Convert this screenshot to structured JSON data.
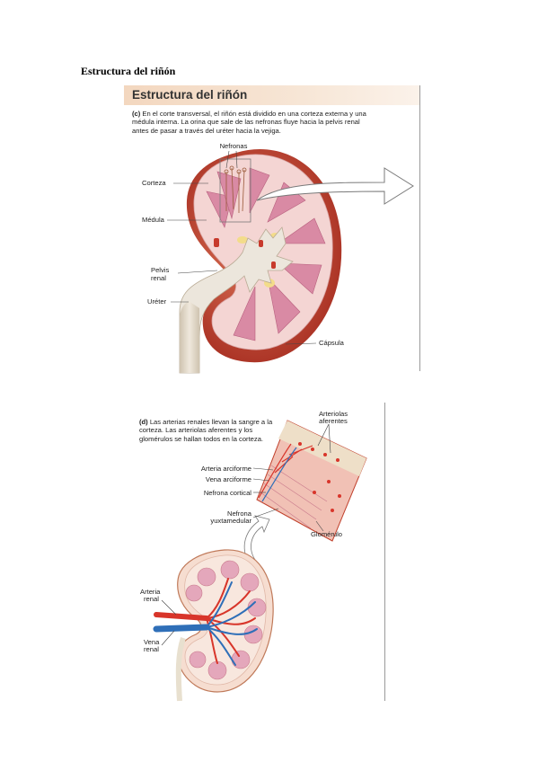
{
  "page": {
    "heading": "Estructura del riñón"
  },
  "figure_c": {
    "banner_title": "Estructura del riñón",
    "caption_letter": "(c)",
    "caption_text": "En el corte transversal, el riñón está dividido en una corteza externa y una médula interna. La orina que sale de las nefronas fluye hacia la pelvis renal antes de pasar a través del uréter hacia la vejiga.",
    "labels": {
      "nefronas": "Nefronas",
      "corteza": "Corteza",
      "medula": "Médula",
      "pelvis_l1": "Pelvis",
      "pelvis_l2": "renal",
      "ureter": "Uréter",
      "capsula": "Cápsula"
    }
  },
  "figure_d": {
    "caption_letter": "(d)",
    "caption_text": "Las arterias renales llevan la sangre a la corteza. Las arteriolas aferentes y los glomérulos se hallan todos en la corteza.",
    "labels": {
      "arteriolas_l1": "Arteriolas",
      "arteriolas_l2": "aferentes",
      "arteria_arciforme": "Arteria arciforme",
      "vena_arciforme": "Vena arciforme",
      "nefrona_cortical": "Nefrona cortical",
      "nefrona_yux_l1": "Nefrona",
      "nefrona_yux_l2": "yuxtamedular",
      "glomerulo": "Glomérulo",
      "arteria_renal_l1": "Arteria",
      "arteria_renal_l2": "renal",
      "vena_renal_l1": "Vena",
      "vena_renal_l2": "renal"
    }
  },
  "colors": {
    "cortex": "#f4d5d3",
    "medulla": "#d98aa4",
    "capsule": "#c0402c",
    "pelvis": "#ece6dc",
    "fat": "#f3dc8a",
    "artery": "#d8352a",
    "vein": "#2f6fb8"
  }
}
